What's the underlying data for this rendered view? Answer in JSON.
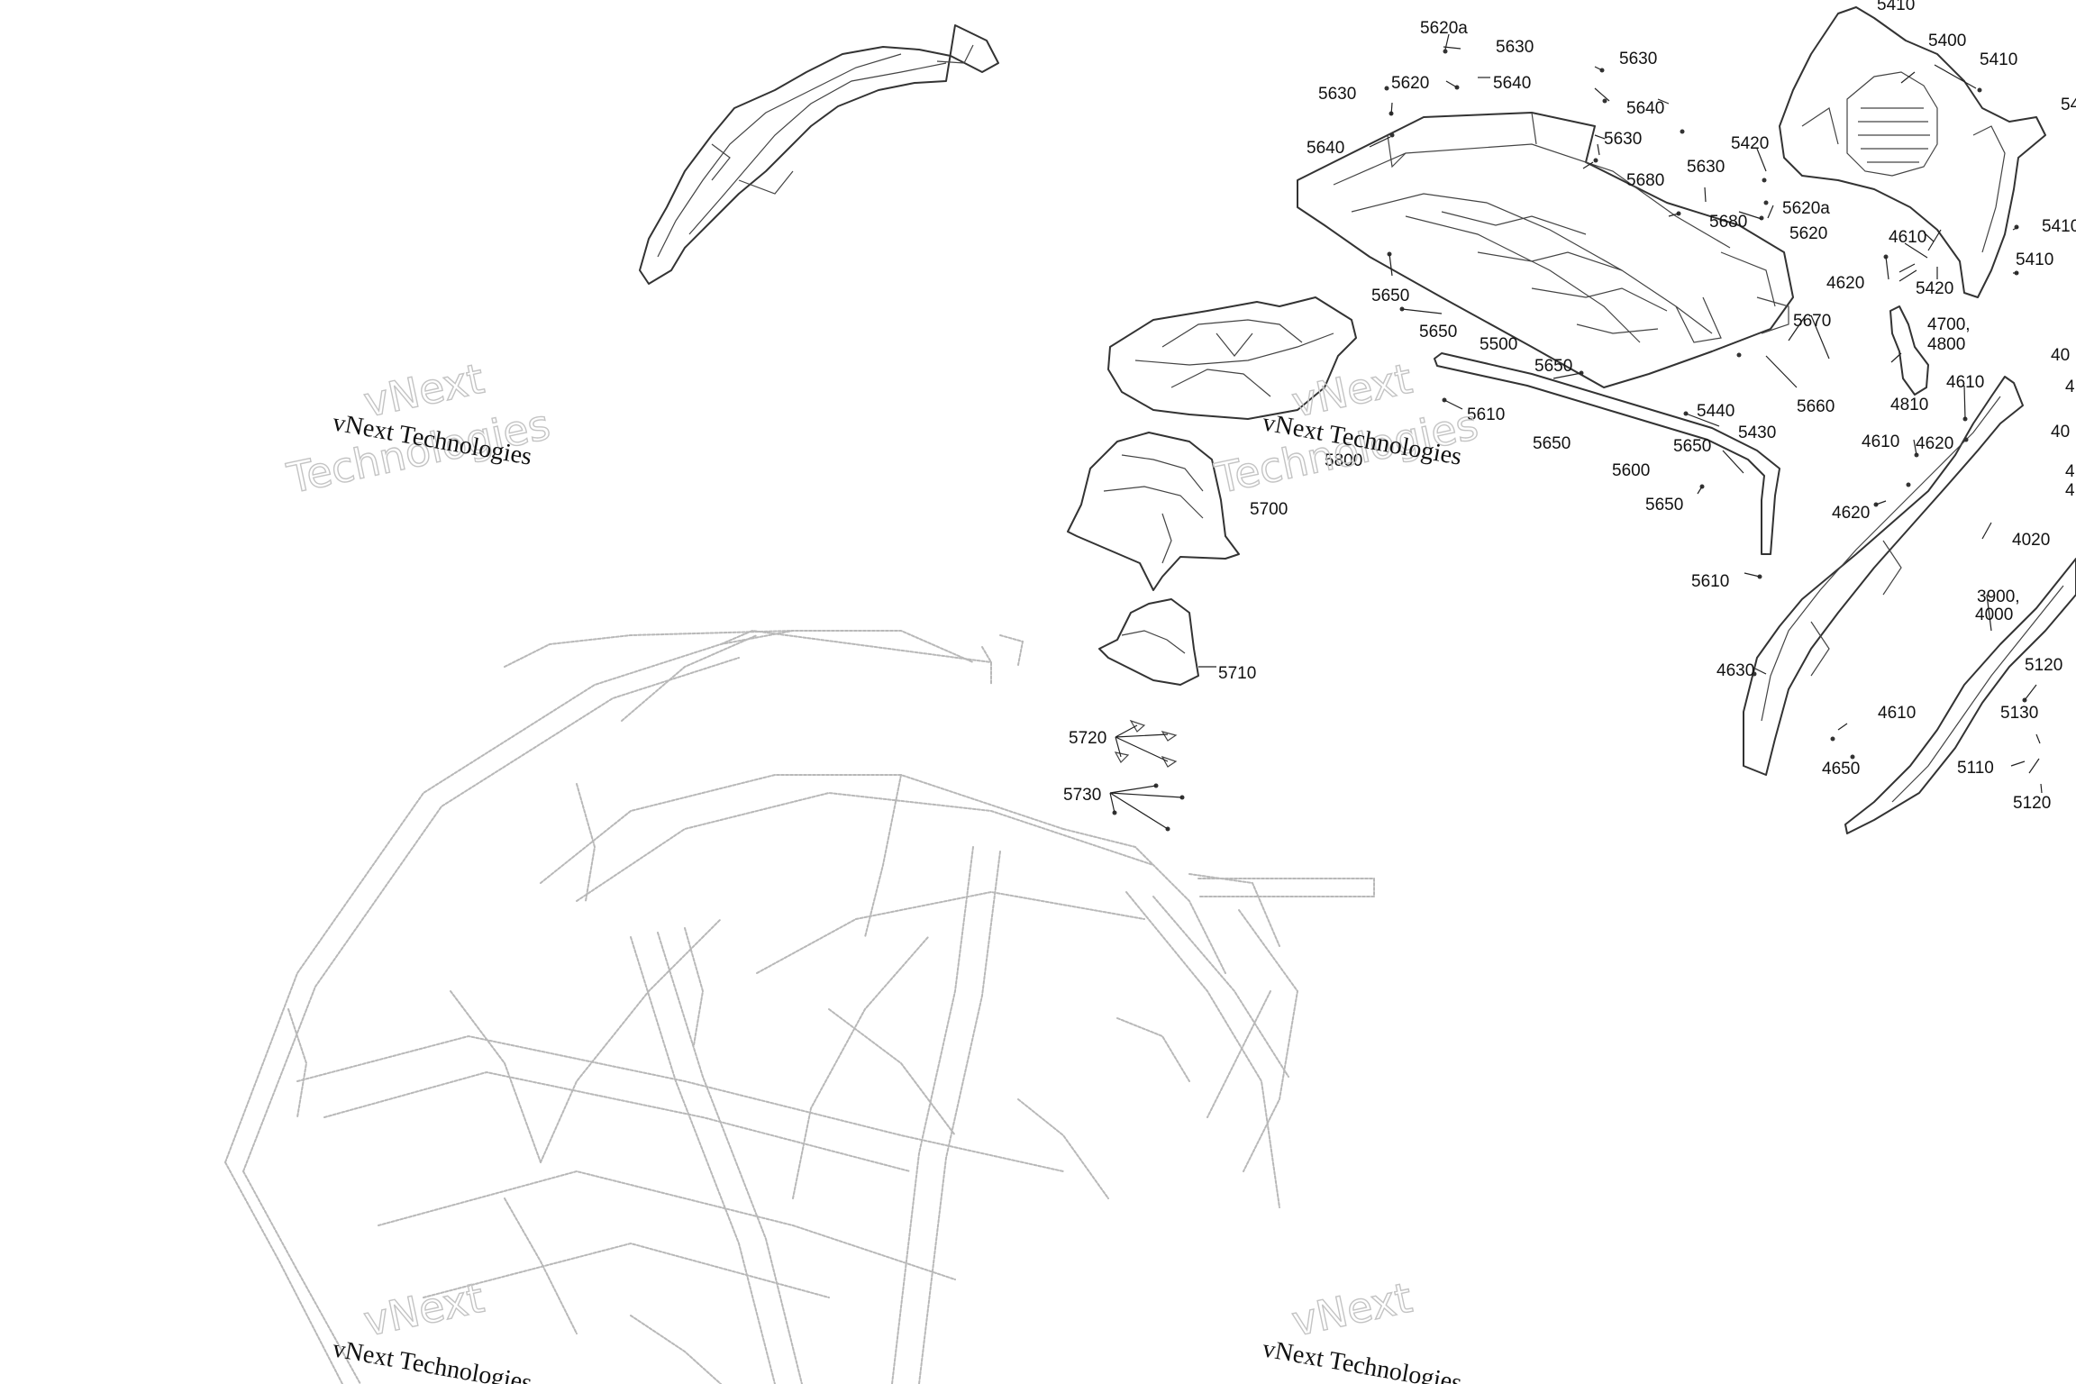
{
  "watermark": {
    "line1": "vNext",
    "line2": "Technologies",
    "full": "vNext Technologies"
  },
  "labels": [
    {
      "id": "l01",
      "text": "5620a"
    },
    {
      "id": "l02",
      "text": "5630"
    },
    {
      "id": "l03",
      "text": "5640"
    },
    {
      "id": "l04",
      "text": "5620"
    },
    {
      "id": "l05",
      "text": "5630"
    },
    {
      "id": "l06",
      "text": "5640"
    },
    {
      "id": "l07",
      "text": "5630"
    },
    {
      "id": "l08",
      "text": "5640"
    },
    {
      "id": "l09",
      "text": "5630"
    },
    {
      "id": "l10",
      "text": "5680"
    },
    {
      "id": "l11",
      "text": "5630"
    },
    {
      "id": "l12",
      "text": "5420"
    },
    {
      "id": "l13",
      "text": "5620a"
    },
    {
      "id": "l14",
      "text": "5620"
    },
    {
      "id": "l15",
      "text": "5680"
    },
    {
      "id": "l16",
      "text": "5410"
    },
    {
      "id": "l17",
      "text": "5400"
    },
    {
      "id": "l18",
      "text": "5410"
    },
    {
      "id": "l19",
      "text": "54"
    },
    {
      "id": "l20",
      "text": "5410"
    },
    {
      "id": "l21",
      "text": "5410"
    },
    {
      "id": "l22",
      "text": "5420"
    },
    {
      "id": "l23",
      "text": "4610"
    },
    {
      "id": "l24",
      "text": "4620"
    },
    {
      "id": "l25",
      "text": "4700,"
    },
    {
      "id": "l26",
      "text": "4800"
    },
    {
      "id": "l27",
      "text": "4810"
    },
    {
      "id": "l28",
      "text": "5650"
    },
    {
      "id": "l29",
      "text": "5650"
    },
    {
      "id": "l30",
      "text": "5500"
    },
    {
      "id": "l31",
      "text": "5650"
    },
    {
      "id": "l32",
      "text": "5670"
    },
    {
      "id": "l33",
      "text": "5660"
    },
    {
      "id": "l34",
      "text": "5440"
    },
    {
      "id": "l35",
      "text": "5430"
    },
    {
      "id": "l36",
      "text": "5610"
    },
    {
      "id": "l37",
      "text": "5650"
    },
    {
      "id": "l38",
      "text": "5650"
    },
    {
      "id": "l39",
      "text": "5600"
    },
    {
      "id": "l40",
      "text": "5650"
    },
    {
      "id": "l41",
      "text": "5800"
    },
    {
      "id": "l42",
      "text": "5700"
    },
    {
      "id": "l43",
      "text": "5610"
    },
    {
      "id": "l44",
      "text": "5710"
    },
    {
      "id": "l45",
      "text": "5720"
    },
    {
      "id": "l46",
      "text": "5730"
    },
    {
      "id": "l47",
      "text": "4610"
    },
    {
      "id": "l48",
      "text": "4610"
    },
    {
      "id": "l49",
      "text": "4620"
    },
    {
      "id": "l50",
      "text": "4620"
    },
    {
      "id": "l51",
      "text": "4020"
    },
    {
      "id": "l52",
      "text": "3900,"
    },
    {
      "id": "l53",
      "text": "4000"
    },
    {
      "id": "l54",
      "text": "4630"
    },
    {
      "id": "l55",
      "text": "5120"
    },
    {
      "id": "l56",
      "text": "5130"
    },
    {
      "id": "l57",
      "text": "4610"
    },
    {
      "id": "l58",
      "text": "4650"
    },
    {
      "id": "l59",
      "text": "5110"
    },
    {
      "id": "l60",
      "text": "5120"
    },
    {
      "id": "l61",
      "text": "40"
    },
    {
      "id": "l62",
      "text": "40"
    },
    {
      "id": "l63",
      "text": "4"
    },
    {
      "id": "l64",
      "text": "4"
    },
    {
      "id": "l65",
      "text": "4"
    }
  ]
}
